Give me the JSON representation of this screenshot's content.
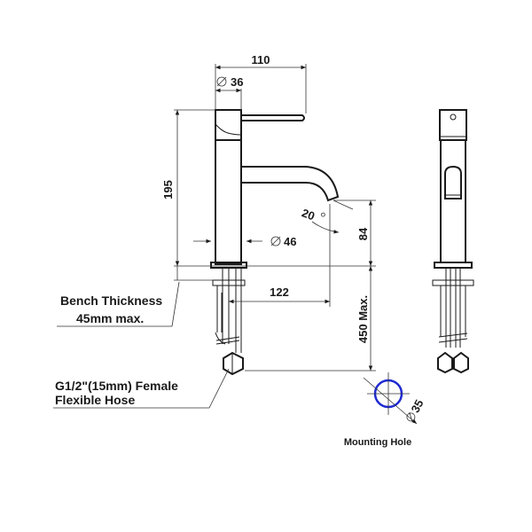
{
  "dimensions": {
    "overall_reach": "110",
    "handle_diameter": "36",
    "body_height": "195",
    "spout_angle": "20",
    "base_diameter": "46",
    "spout_height": "84",
    "spout_reach": "122",
    "hose_length": "450 Max.",
    "mounting_hole_diameter": "35"
  },
  "notes": {
    "bench_line1": "Bench Thickness",
    "bench_line2": "45mm max.",
    "hose_line1": "G1/2\"(15mm) Female",
    "hose_line2": "Flexible Hose",
    "mounting_hole_label": "Mounting Hole"
  },
  "colors": {
    "line": "#1a1a1a",
    "mounting_hole": "#1f2bd1"
  },
  "symbols": {
    "diameter": "∅",
    "degree": "°"
  }
}
